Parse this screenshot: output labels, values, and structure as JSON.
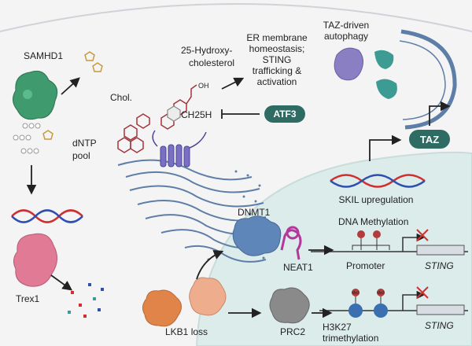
{
  "labels": {
    "samhd1": "SAMHD1",
    "dntp_pool_line1": "dNTP",
    "dntp_pool_line2": "pool",
    "trex1": "Trex1",
    "chol": "Chol.",
    "hydroxy_line1": "25-Hydroxy-",
    "hydroxy_line2": "cholesterol",
    "oh": "OH",
    "ch25h": "CH25H",
    "atf3": "ATF3",
    "er_line1": "ER membrane",
    "er_line2": "homeostasis;",
    "er_line3": "STING",
    "er_line4": "trafficking &",
    "er_line5": "activation",
    "taz_driven_line1": "TAZ-driven",
    "taz_driven_line2": "autophagy",
    "taz": "TAZ",
    "skil": "SKIL upregulation",
    "dnmt1": "DNMT1",
    "neat1": "NEAT1",
    "dna_methylation": "DNA Methylation",
    "promoter": "Promoter",
    "sting_1": "STING",
    "lkb1": "LKB1 loss",
    "prc2": "PRC2",
    "h3k27_line1": "H3K27",
    "h3k27_line2": "trimethylation",
    "sting_2": "STING",
    "me3_a": "Me3",
    "me3_b": "Me3"
  },
  "colors": {
    "background": "#f4f4f5",
    "nucleus": "#dcecea",
    "pill_teal": "#2e6b62",
    "samhd1_green": "#3f9a6e",
    "trex1_pink": "#e07a95",
    "dnmt1_blue": "#5f86b8",
    "neat1_magenta": "#b2399a",
    "lkb1_orange": "#e0844a",
    "prc2_gray": "#8a8a8a",
    "er_blue": "#5d7ea6",
    "dna_red": "#cf2f2f",
    "dna_blue": "#2e4fae",
    "autophagy_purple": "#8b7fc4",
    "autophagy_teal": "#3c9c93"
  }
}
